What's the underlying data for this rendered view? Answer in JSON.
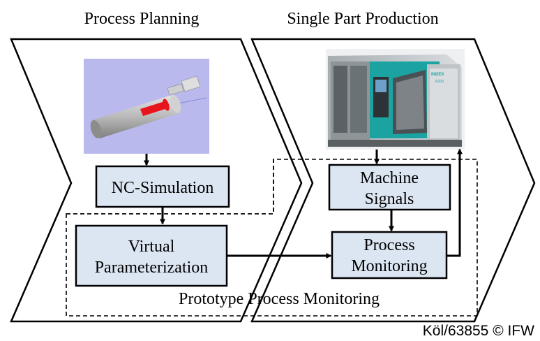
{
  "headers": {
    "left": "Process Planning",
    "right": "Single Part Production"
  },
  "boxes": {
    "nc_simulation": "NC-Simulation",
    "virtual_param_line1": "Virtual",
    "virtual_param_line2": "Parameterization",
    "machine_signals_line1": "Machine",
    "machine_signals_line2": "Signals",
    "process_monitoring_line1": "Process",
    "process_monitoring_line2": "Monitoring"
  },
  "region_label": "Prototype Process Monitoring",
  "machine_brand": "INDEX",
  "machine_model": "R200",
  "copyright": "Köl/63855 © IFW",
  "colors": {
    "box_fill": "#dce6f2",
    "cad_background": "#b9b9ee",
    "cad_highlight": "#e8151c",
    "machine_teal": "#1aa3a1"
  }
}
